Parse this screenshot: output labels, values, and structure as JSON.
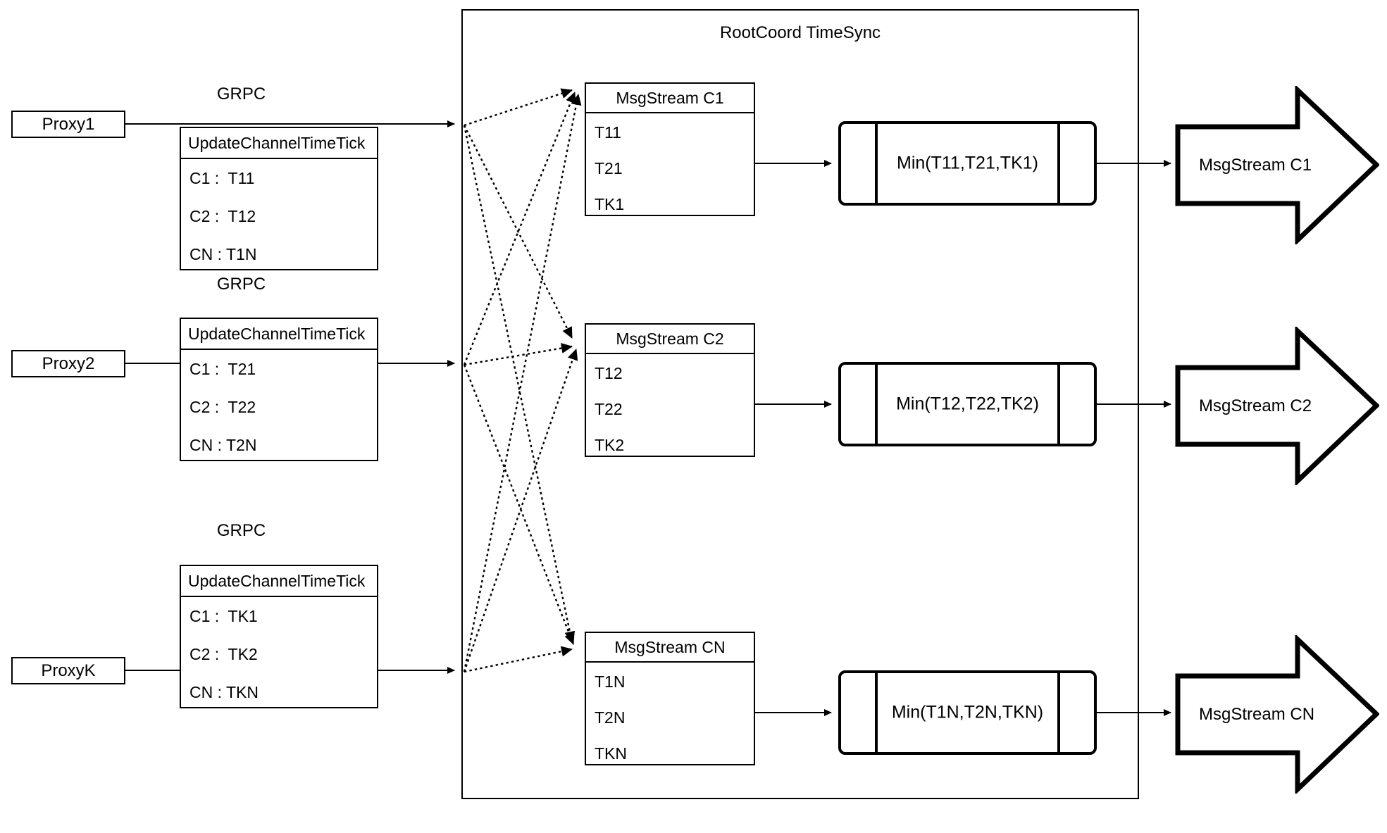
{
  "diagram": {
    "title": "RootCoord TimeSync",
    "group": {
      "label": "RootCoord TimeSync"
    }
  },
  "proxies": [
    {
      "name": "Proxy1",
      "link_label": "GRPC",
      "request": {
        "title": "UpdateChannelTimeTick",
        "rows": [
          "C1 :  T11",
          "C2 :  T12",
          "CN : T1N"
        ]
      }
    },
    {
      "name": "Proxy2",
      "link_label": "GRPC",
      "request": {
        "title": "UpdateChannelTimeTick",
        "rows": [
          "C1 :  T21",
          "C2 :  T22",
          "CN : T2N"
        ]
      }
    },
    {
      "name": "ProxyK",
      "link_label": "GRPC",
      "request": {
        "title": "UpdateChannelTimeTick",
        "rows": [
          "C1 :  TK1",
          "C2 :  TK2",
          "CN : TKN"
        ]
      }
    }
  ],
  "channels": [
    {
      "stream": {
        "title": "MsgStream C1",
        "rows": [
          "T11",
          "T21",
          "TK1"
        ]
      },
      "process": {
        "label": "Min(T11,T21,TK1)"
      },
      "output": {
        "label": "MsgStream C1"
      }
    },
    {
      "stream": {
        "title": "MsgStream C2",
        "rows": [
          "T12",
          "T22",
          "TK2"
        ]
      },
      "process": {
        "label": "Min(T12,T22,TK2)"
      },
      "output": {
        "label": "MsgStream C2"
      }
    },
    {
      "stream": {
        "title": "MsgStream CN",
        "rows": [
          "T1N",
          "T2N",
          "TKN"
        ]
      },
      "process": {
        "label": "Min(T1N,T2N,TKN)"
      },
      "output": {
        "label": "MsgStream CN"
      }
    }
  ],
  "style": {
    "stroke": "#000000",
    "fill": "#ffffff"
  }
}
